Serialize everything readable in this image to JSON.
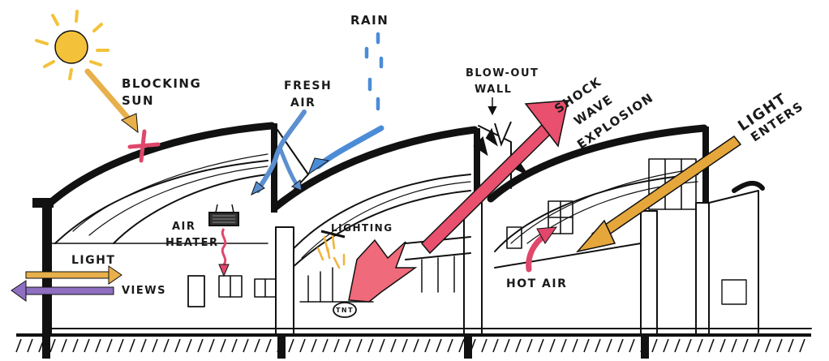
{
  "labels": {
    "rain": "RAIN",
    "blocking_sun_line1": "BLOCKING",
    "blocking_sun_line2": "SUN",
    "fresh_air_line1": "FRESH",
    "fresh_air_line2": "AIR",
    "blow_out_line1": "BLOW-OUT",
    "blow_out_line2": "WALL",
    "shock_line1": "SHOCK",
    "shock_line2": "WAVE",
    "shock_line3": "EXPLOSION",
    "light_enters_line1": "LIGHT",
    "light_enters_line2": "ENTERS",
    "air_heater_line1": "AIR",
    "air_heater_line2": "HEATER",
    "lighting": "LIGHTING",
    "light": "LIGHT",
    "views": "VIEWS",
    "hot_air": "HOT AIR",
    "tnt": "TNT"
  },
  "colors": {
    "sun": "#f3c23a",
    "sun_arrow": "#e8b04a",
    "blocking_cross": "#e0476b",
    "fresh_air": "#5b8fd0",
    "rain_arrow": "#4b8cd6",
    "shock_wave": "#e8506e",
    "light_enters": "#e5a63c",
    "heater_heat": "#e0476b",
    "hot_air": "#e0476b",
    "views_arrow": "#8e6fc2",
    "light_arrow": "#e8b04a",
    "explosion": "#ef6a7a",
    "lighting_glow": "#f0b33b",
    "structure": "#111111"
  }
}
